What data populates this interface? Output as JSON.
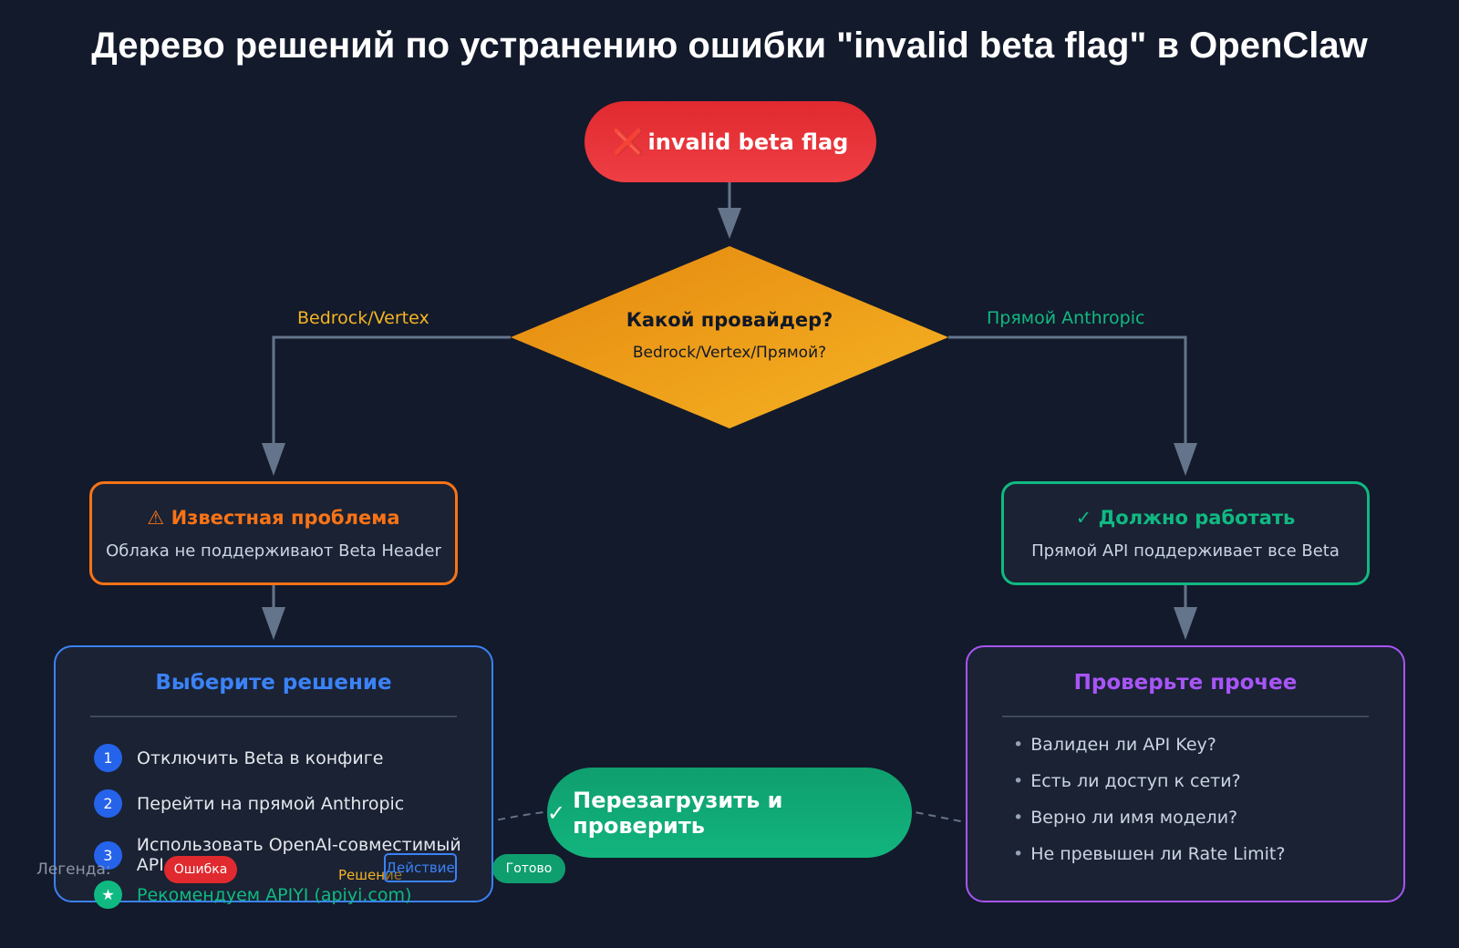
{
  "title": "Дерево решений по устранению ошибки \"invalid beta flag\" в OpenClaw",
  "start": {
    "icon": "cross-icon",
    "glyph": "❌",
    "label": "invalid beta flag"
  },
  "decision": {
    "title": "Какой провайдер?",
    "subtitle": "Bedrock/Vertex/Прямой?"
  },
  "branches": {
    "left": "Bedrock/Vertex",
    "right": "Прямой Anthropic"
  },
  "known_issue": {
    "icon": "warning-icon",
    "glyph": "⚠",
    "title": "Известная проблема",
    "subtitle": "Облака не поддерживают Beta Header"
  },
  "should_work": {
    "icon": "check-icon",
    "glyph": "✓",
    "title": "Должно работать",
    "subtitle": "Прямой API поддерживает все Beta"
  },
  "solutions": {
    "title": "Выберите решение",
    "items": [
      {
        "num": "1",
        "text": "Отключить Beta в конфиге"
      },
      {
        "num": "2",
        "text": "Перейти на прямой Anthropic"
      },
      {
        "num": "3",
        "text": "Использовать OpenAI-совместимый API"
      },
      {
        "num": "★",
        "text": "Рекомендуем APIYI (apiyi.com)"
      }
    ]
  },
  "checks": {
    "title": "Проверьте прочее",
    "bullet": "•",
    "items": [
      "Валиден ли API Key?",
      "Есть ли доступ к сети?",
      "Верно ли имя модели?",
      "Не превышен ли Rate Limit?"
    ]
  },
  "final": {
    "icon": "check-icon",
    "glyph": "✓",
    "label": "Перезагрузить и проверить"
  },
  "legend": {
    "label": "Легенда:",
    "error": "Ошибка",
    "decision": "Решение",
    "action": "Действие",
    "done": "Готово"
  },
  "colors": {
    "background": "#131a2b",
    "error": "#e02a2f",
    "decision": "#f5b423",
    "warning": "#f97316",
    "success": "#10b981",
    "solution": "#3b82f6",
    "check": "#a855f7",
    "connector": "#64748b"
  }
}
